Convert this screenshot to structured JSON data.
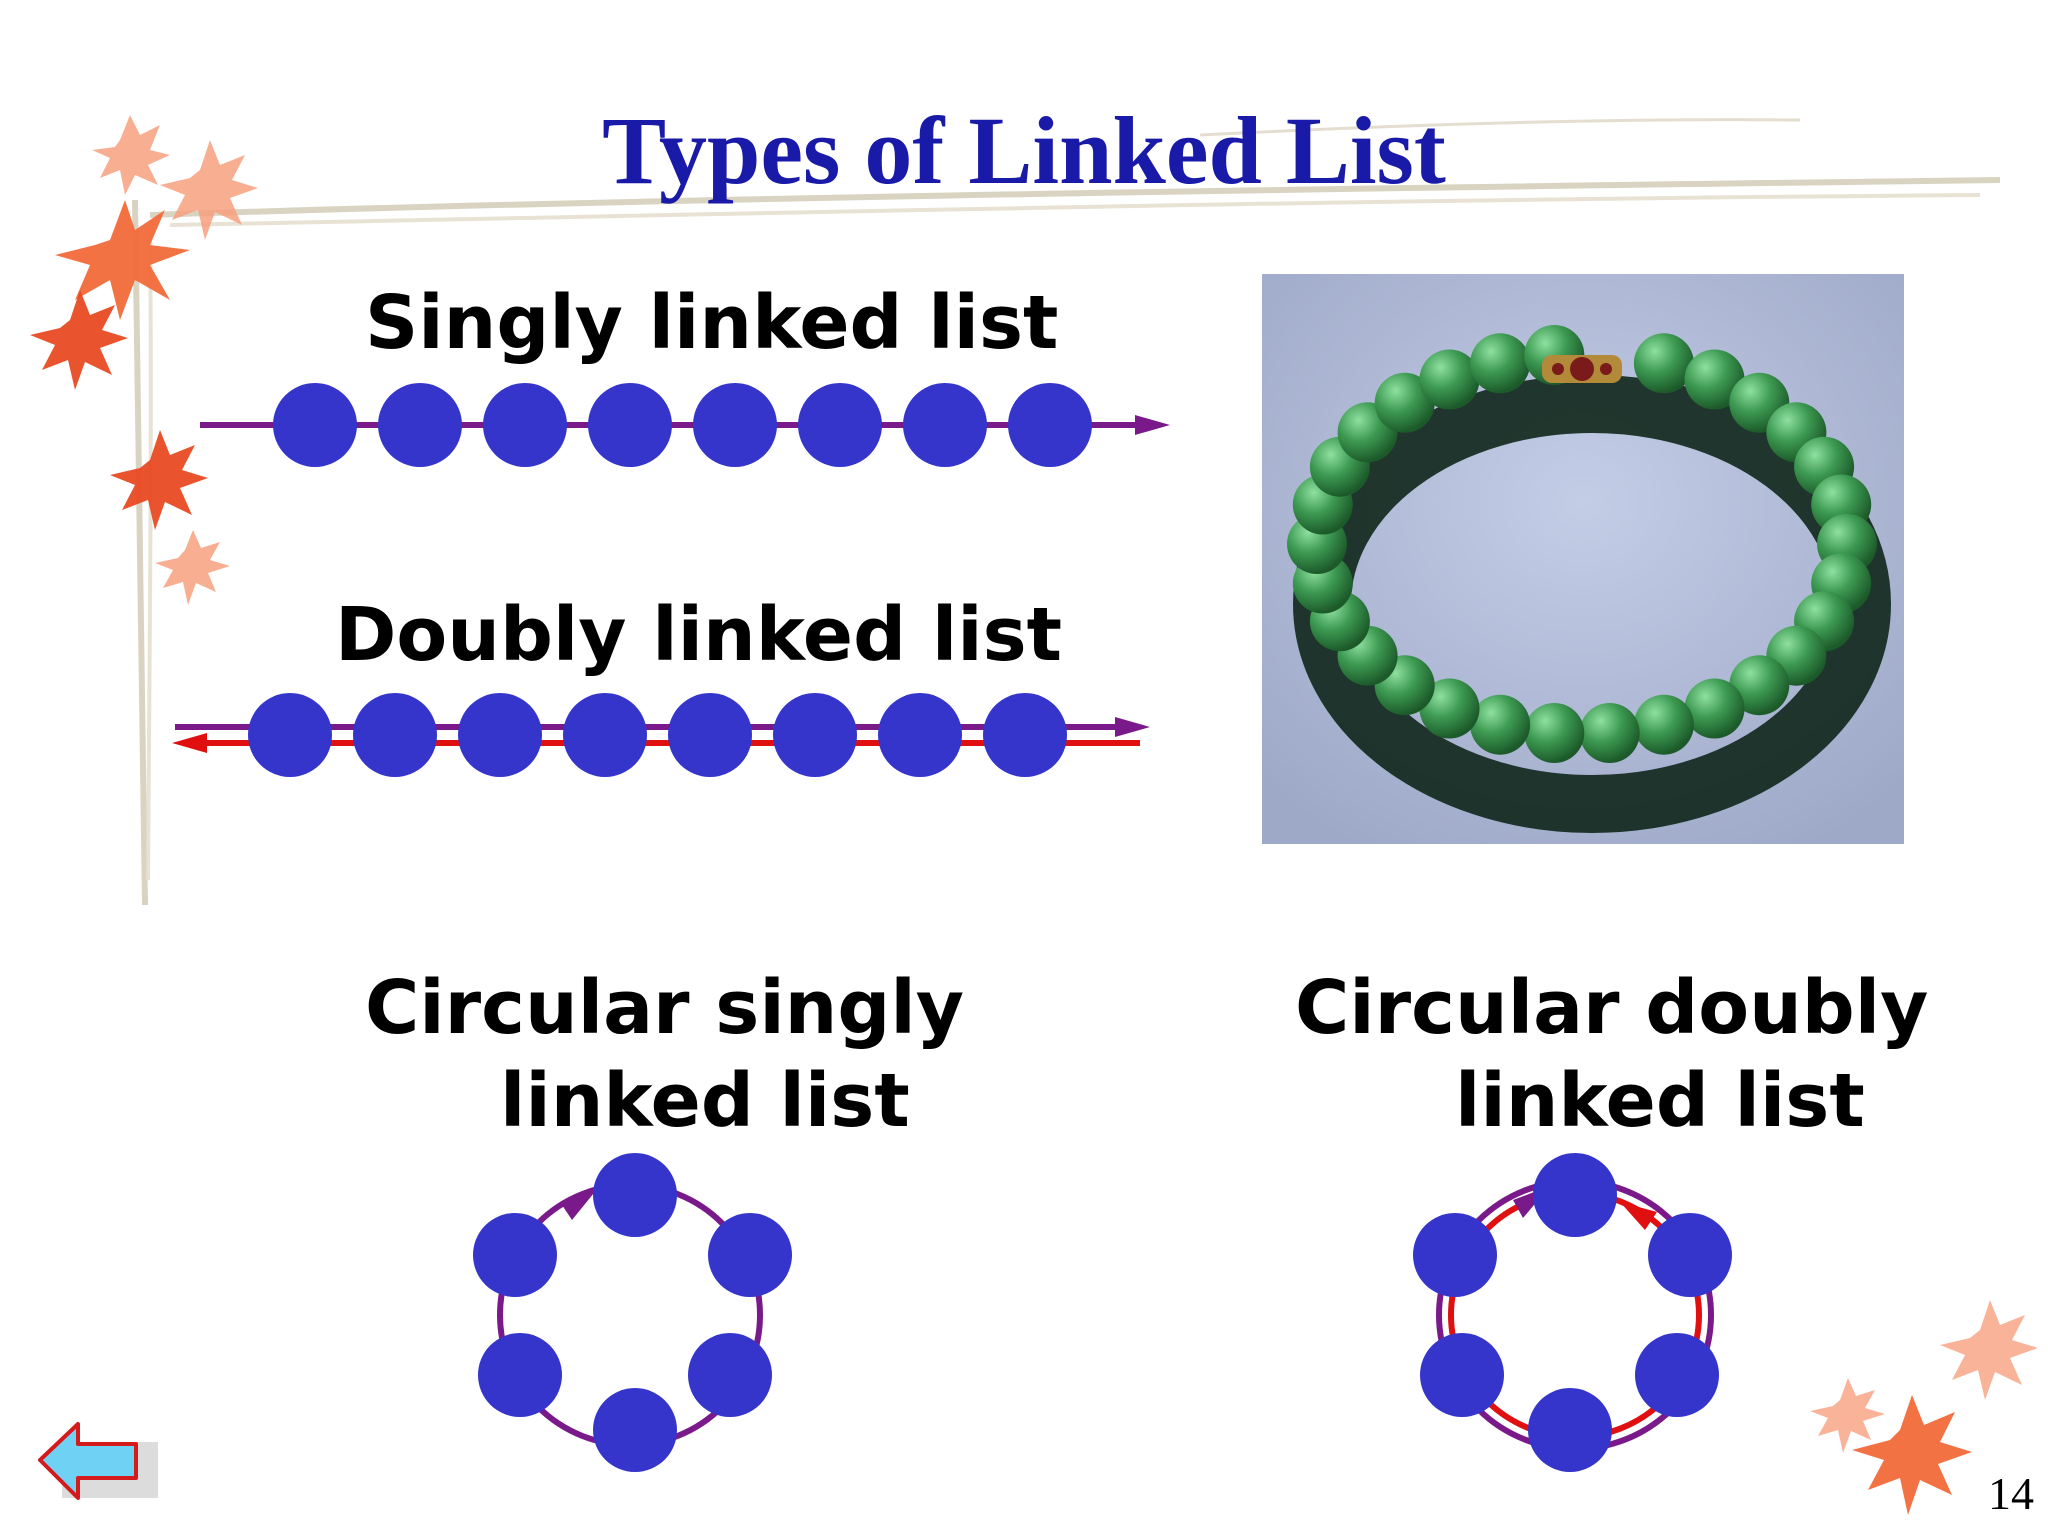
{
  "title": "Types of Linked List",
  "labels": {
    "singly": "Singly linked list",
    "doubly": "Doubly linked list",
    "circular_singly_line1": "Circular singly",
    "circular_singly_line2": "linked list",
    "circular_doubly_line1": "Circular doubly",
    "circular_doubly_line2": "linked list"
  },
  "page_number": "14",
  "colors": {
    "title": "#1a1aa8",
    "node": "#3535cc",
    "link_forward": "#7a1a8a",
    "link_backward": "#e01010",
    "photo_bg": "#a9b3cf",
    "bead": "#3d9a52"
  },
  "icons": {
    "back_arrow": "back-arrow-icon",
    "leaves": "maple-leaf-icon"
  }
}
